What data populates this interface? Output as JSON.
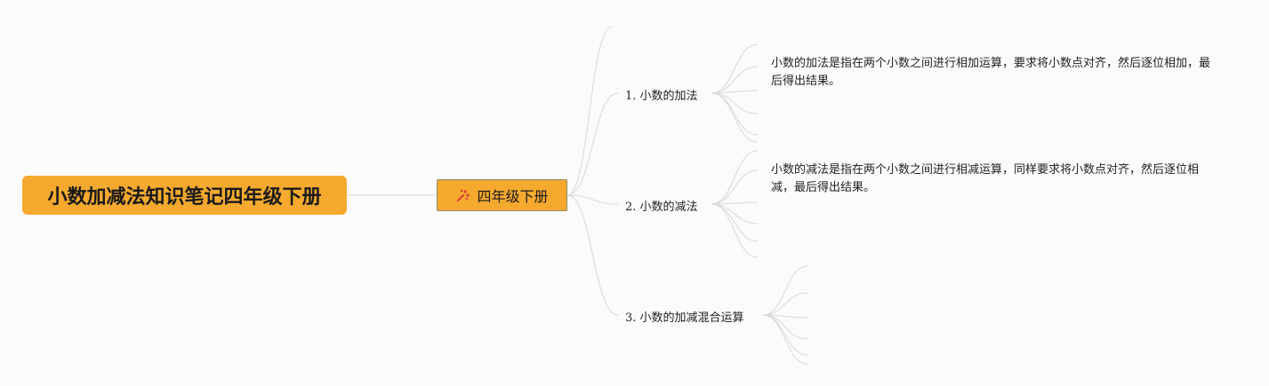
{
  "mindmap": {
    "root": {
      "label": "小数加减法知识笔记四年级下册",
      "color": "#f5a92e"
    },
    "main_topic": {
      "label": "四年级下册",
      "icon": "party-popper-icon",
      "color": "#f5a92e"
    },
    "branches": [
      {
        "label": "1. 小数的加法",
        "detail": "小数的加法是指在两个小数之间进行相加运算，要求将小数点对齐，然后逐位相加，最后得出结果。"
      },
      {
        "label": "2. 小数的减法",
        "detail": "小数的减法是指在两个小数之间进行相减运算，同样要求将小数点对齐，然后逐位相减，最后得出结果。"
      },
      {
        "label": "3. 小数的加减混合运算",
        "detail": ""
      }
    ],
    "connector_color": "#d8d8d8"
  }
}
